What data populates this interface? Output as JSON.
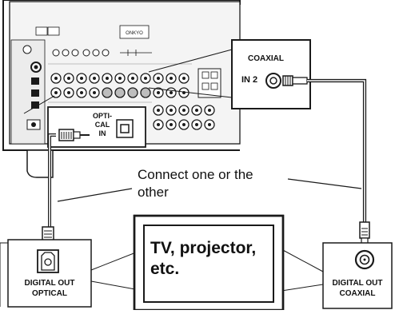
{
  "diagram": {
    "optical_port_label": "OPTI-\nCAL\nIN",
    "coaxial_label": "COAXIAL",
    "coaxial_in_label": "IN 2",
    "caption": "Connect one or the\nother",
    "device_label": "TV, projector,\netc.",
    "out_optical_label": "DIGITAL OUT\nOPTICAL",
    "out_coaxial_label": "DIGITAL OUT\nCOAXIAL",
    "brand_text": "ONKYO",
    "icon_names": [
      "optical-connector-icon",
      "coaxial-connector-icon"
    ],
    "colors": {
      "line": "#1a1a1a",
      "panel_fill": "#f2f2f2",
      "callout_fill": "#ffffff",
      "jack_fill": "#bdbdbd"
    }
  }
}
